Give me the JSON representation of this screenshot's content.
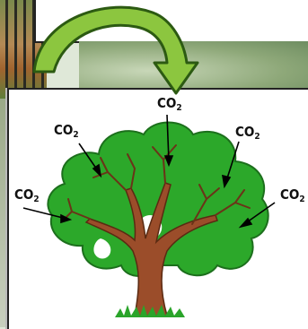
{
  "labels": {
    "top": {
      "main": "CO",
      "sub": "2"
    },
    "upper_left": {
      "main": "CO",
      "sub": "2"
    },
    "upper_right": {
      "main": "CO",
      "sub": "2"
    },
    "mid_left": {
      "main": "CO",
      "sub": "2"
    },
    "mid_right": {
      "main": "CO",
      "sub": "2"
    }
  },
  "colors": {
    "arrow_fill": "#8cc63f",
    "arrow_stroke": "#2c5a12",
    "canopy": "#2ca82a",
    "trunk": "#9b4d2a",
    "grass": "#2aa42a"
  }
}
